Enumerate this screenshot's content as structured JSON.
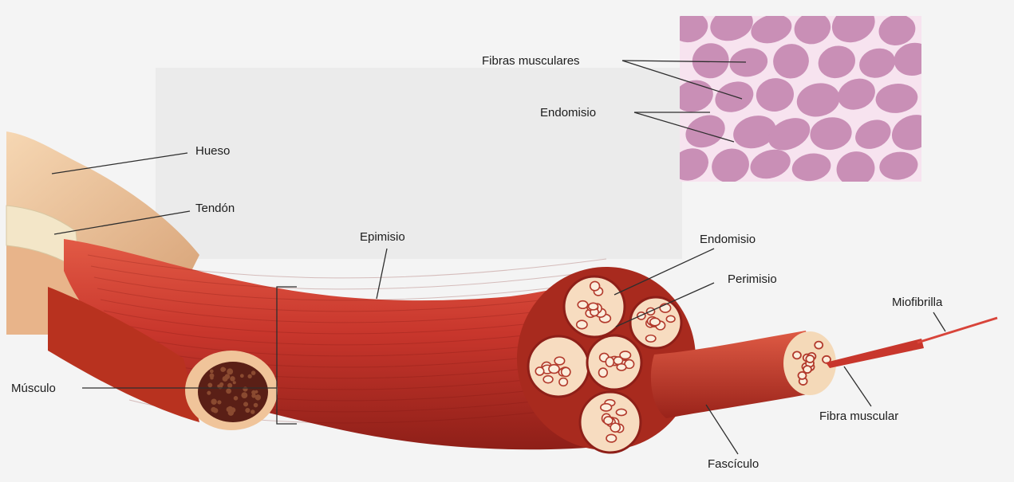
{
  "labels": {
    "fibras_musculares": "Fibras musculares",
    "endomisio_inset": "Endomisio",
    "hueso": "Hueso",
    "tendon": "Tendón",
    "epimisio": "Epimisio",
    "endomisio": "Endomisio",
    "perimisio": "Perimisio",
    "miofibrilla": "Miofibrilla",
    "musculo": "Músculo",
    "fibra_muscular": "Fibra muscular",
    "fasciculo": "Fascículo"
  },
  "colors": {
    "muscle": "#c8362c",
    "muscle_dark": "#8e1f18",
    "muscle_light": "#e0604d",
    "bone": "#f0c9a0",
    "tendon": "#f3e6c8",
    "histology_bg": "#f7e3ef",
    "histology_cell": "#c98fb6",
    "fiber_cell": "#fbeedd"
  }
}
